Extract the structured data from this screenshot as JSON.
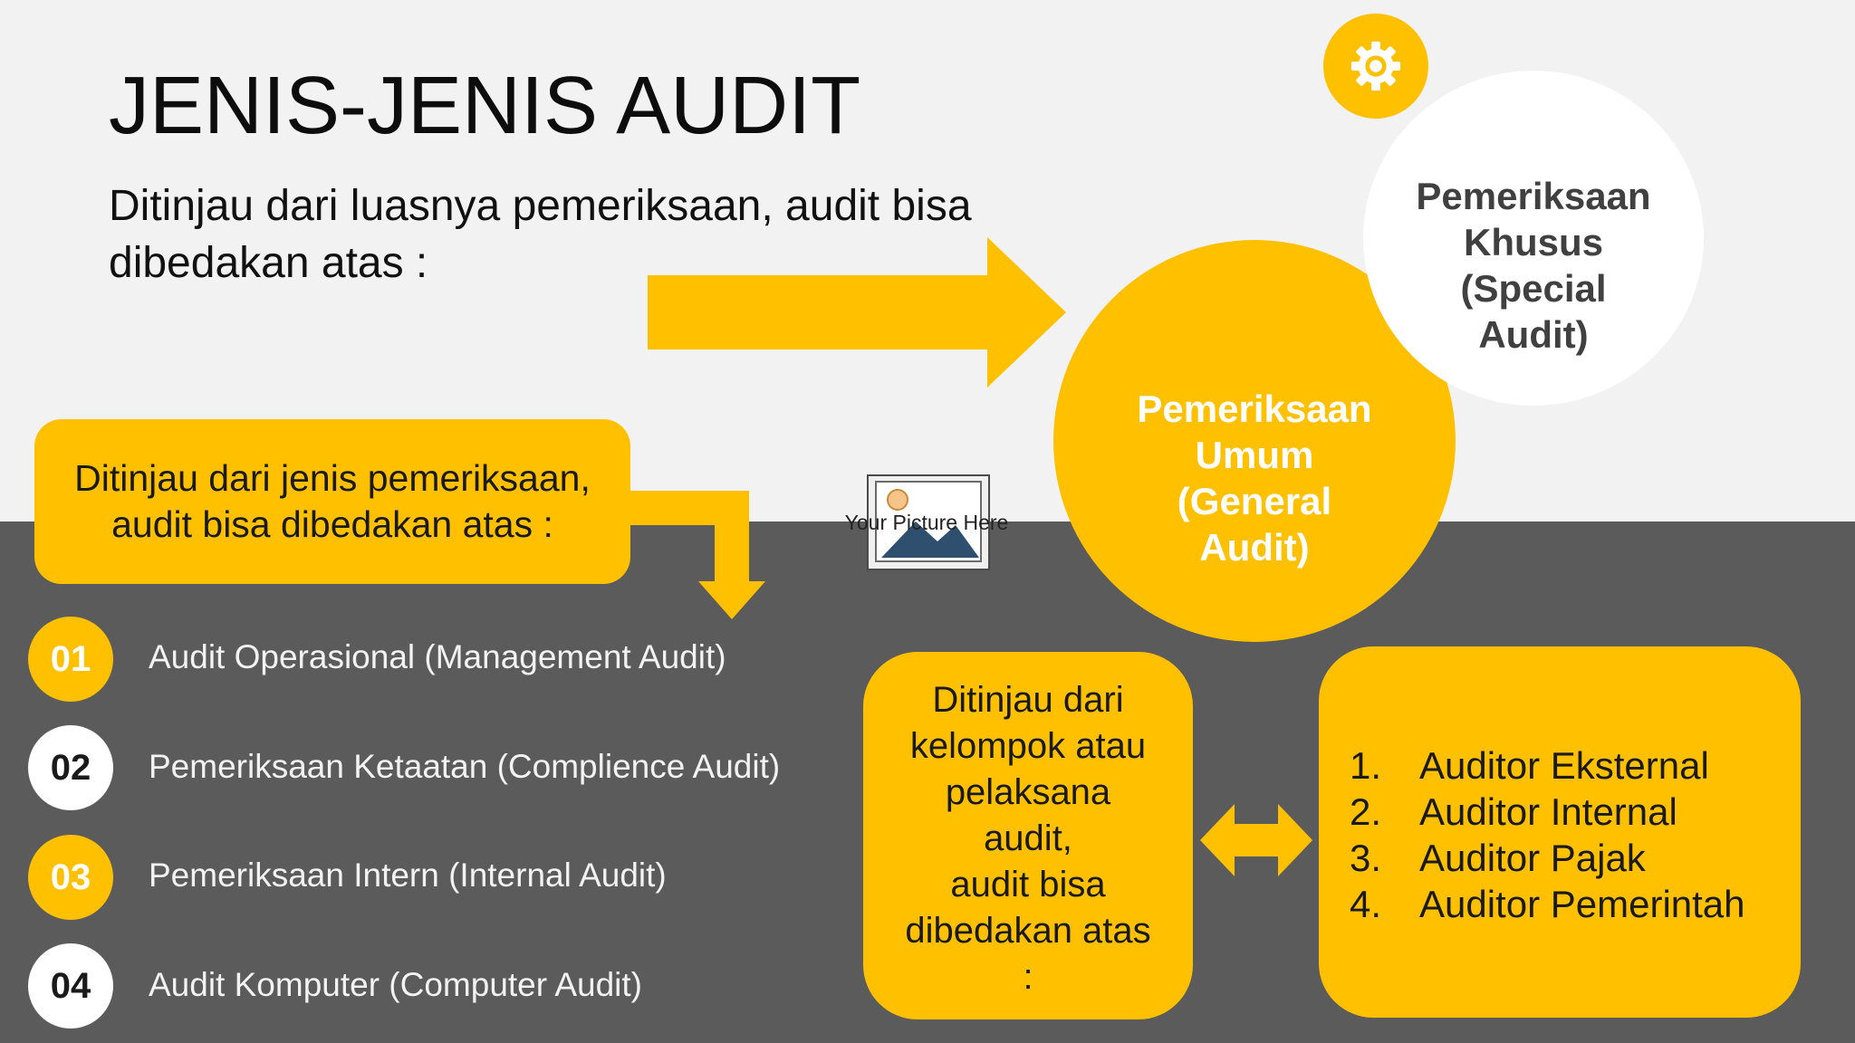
{
  "slide": {
    "title": "JENIS-JENIS AUDIT",
    "subtitle": "Ditinjau dari luasnya pemeriksaan, audit bisa dibedakan atas :"
  },
  "scope": {
    "general": [
      "Pemeriksaan",
      "Umum",
      "(General",
      "Audit)"
    ],
    "special": [
      "Pemeriksaan",
      "Khusus",
      "(Special",
      "Audit)"
    ]
  },
  "by_type": {
    "heading_lines": [
      "Ditinjau dari jenis pemeriksaan,",
      "audit bisa dibedakan atas :"
    ],
    "items": [
      {
        "number": "01",
        "label": "Audit Operasional (Management Audit)"
      },
      {
        "number": "02",
        "label": "Pemeriksaan Ketaatan (Complience Audit)"
      },
      {
        "number": "03",
        "label": "Pemeriksaan Intern (Internal Audit)"
      },
      {
        "number": "04",
        "label": "Audit Komputer (Computer Audit)"
      }
    ]
  },
  "picture_placeholder": {
    "label": "Your Picture Here"
  },
  "by_group": {
    "heading_lines": [
      "Ditinjau dari",
      "kelompok atau",
      "pelaksana",
      "audit,",
      "audit bisa",
      "dibedakan atas",
      ":"
    ],
    "auditors": [
      {
        "number": "1.",
        "label": "Auditor Eksternal"
      },
      {
        "number": "2.",
        "label": "Auditor Internal"
      },
      {
        "number": "3.",
        "label": "Auditor Pajak"
      },
      {
        "number": "4.",
        "label": "Auditor Pemerintah"
      }
    ]
  },
  "icons": {
    "badge": "gear-icon"
  },
  "colors": {
    "accent": "#ffc000",
    "dark_band": "#5b5b5b",
    "light_bg": "#f2f2f2"
  }
}
